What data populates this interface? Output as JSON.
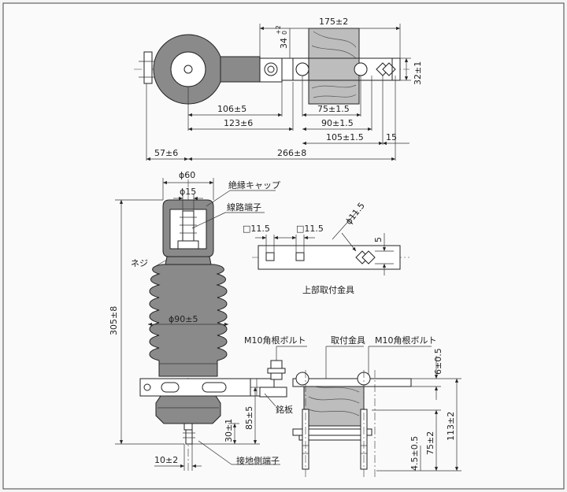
{
  "top_view": {
    "dims": {
      "width_175": "175±2",
      "height_34": "34",
      "tol_34_upper": "+2",
      "tol_34_lower": "0",
      "height_32": "32±1",
      "d_106": "106±5",
      "d_123": "123±6",
      "d_75": "75±1.5",
      "d_90": "90±1.5",
      "d_105": "105±1.5",
      "d_15": "15",
      "d_57": "57±6",
      "d_266": "266±8"
    }
  },
  "front_view": {
    "labels": {
      "insulating_cap": "絶縁キャップ",
      "line_terminal": "線路端子",
      "screw": "ネジ",
      "mount_fitting": "取付金具",
      "m10_bolt_left": "M10角根ボルト",
      "m10_bolt_right": "M10角根ボルト",
      "nameplate": "銘板",
      "ground_terminal": "接地側端子"
    },
    "dims": {
      "phi60": "ϕ60",
      "phi15": "ϕ15",
      "phi90": "ϕ90±5",
      "h305": "305±8",
      "h85": "85±5",
      "h30": "30±1",
      "w10": "10±2",
      "h6": "6±0.5",
      "h113": "113±2",
      "h75": "75±2",
      "h4_5": "4.5±0.5"
    }
  },
  "upper_fitting": {
    "title": "上部取付金具",
    "dims": {
      "sq1": "□11.5",
      "sq2": "□11.5",
      "phi11_5": "ϕ11.5",
      "d5": "5"
    }
  }
}
